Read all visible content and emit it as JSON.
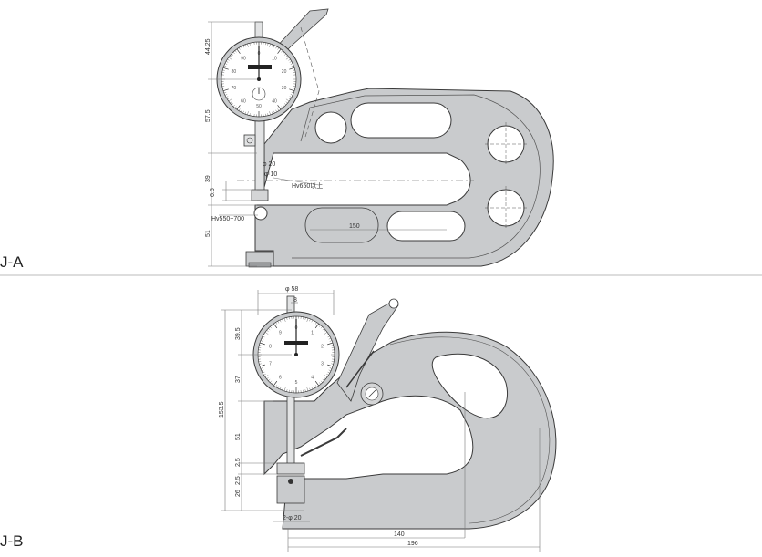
{
  "sections": {
    "a": {
      "label": "J-A",
      "dims": {
        "d1": "44.25",
        "d2": "57.5",
        "d3": "39",
        "d4": "6.5",
        "d5": "51",
        "d6": "φ 20",
        "d7": "φ 10",
        "d8": "Hv650以上",
        "d9": "Hv550~700",
        "d10": "150"
      },
      "dial_numbers": [
        "0",
        "10",
        "20",
        "30",
        "40",
        "50",
        "60",
        "70",
        "80",
        "90"
      ]
    },
    "b": {
      "label": "J-B",
      "dims": {
        "d1": "φ 58",
        "d2": "8",
        "d3": "39.5",
        "d4": "37",
        "d5": "153.5",
        "d6": "51",
        "d7": "2.5",
        "d8": "2.5",
        "d9": "26",
        "d10": "2-φ 20",
        "d11": "140",
        "d12": "196"
      },
      "dial_numbers": [
        "0",
        "1",
        "2",
        "3",
        "4",
        "5",
        "6",
        "7",
        "8",
        "9"
      ]
    }
  },
  "colors": {
    "body_fill": "#c9cbcd",
    "outline": "#3a3a3a",
    "dim_line": "#777777",
    "dial_face": "#ffffff"
  }
}
